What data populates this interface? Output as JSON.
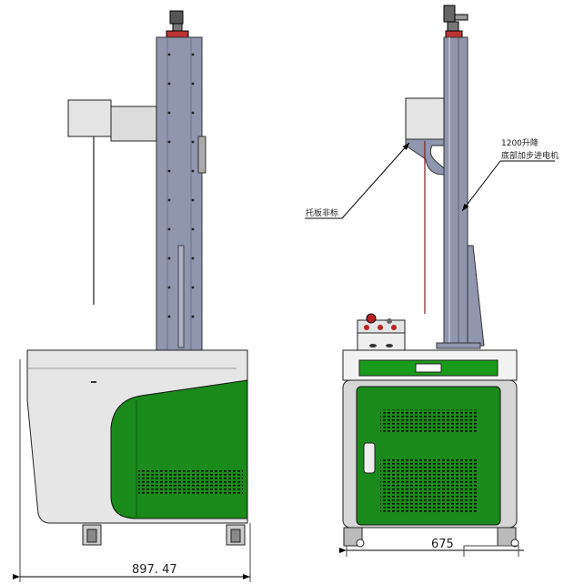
{
  "drawing": {
    "views": [
      {
        "name": "side-view",
        "dimension": "897. 47"
      },
      {
        "name": "front-view",
        "dimension": "675"
      }
    ],
    "annotations": {
      "bracket_label": "托板非标",
      "lift_label_line1": "1200升降",
      "lift_label_line2": "底部加步进电机"
    },
    "colors": {
      "green": "#1a8a1a",
      "column": "#9096ad",
      "body": "#e6e6e6",
      "laser": "#8b1a1a"
    }
  }
}
